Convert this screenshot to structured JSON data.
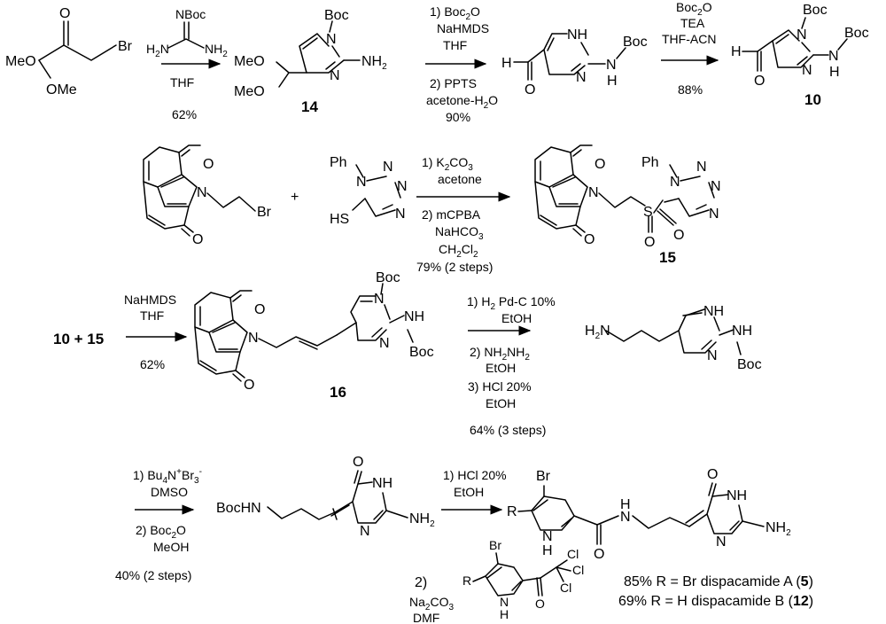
{
  "row1": {
    "sm1": {
      "meo_a": "MeO",
      "oxo": "O",
      "br": "Br",
      "ome": "OMe"
    },
    "guan": {
      "nboc": "NBoc",
      "h2n": "H",
      "h2n_sub": "2",
      "h2n_n": "N",
      "nh2": "NH",
      "nh2_sub": "2"
    },
    "step1": {
      "solvent": "THF",
      "yield": "62%"
    },
    "c14": {
      "boc": "Boc",
      "n1": "N",
      "n3": "N",
      "nh2": "NH",
      "nh2_sub": "2",
      "meo_a": "MeO",
      "meo_b": "MeO",
      "label": "14"
    },
    "step2": {
      "l1a": "1) Boc",
      "l1sub": "2",
      "l1b": "O",
      "l2": "NaHMDS",
      "l3": "THF",
      "l4": "2) PPTS",
      "l5a": "acetone-H",
      "l5sub": "2",
      "l5b": "O",
      "yield": "90%"
    },
    "ald": {
      "h": "H",
      "o": "O",
      "nh_ring": "NH",
      "n": "N",
      "nh_side": "N",
      "h_side": "H",
      "boc": "Boc"
    },
    "step3": {
      "l1a": "Boc",
      "l1sub": "2",
      "l1b": "O",
      "l2": "TEA",
      "l3": "THF-ACN",
      "yield": "88%"
    },
    "c10": {
      "boc1": "Boc",
      "n1": "N",
      "h": "H",
      "o": "O",
      "n3": "N",
      "n_side": "N",
      "h_side": "H",
      "boc2": "Boc",
      "label": "10"
    }
  },
  "row2": {
    "phth": {
      "o_top": "O",
      "o_bot": "O",
      "n": "N",
      "br": "Br"
    },
    "plus": "+",
    "tet": {
      "ph": "Ph",
      "n1": "N",
      "n2": "N",
      "n3": "N",
      "n4": "N",
      "hs": "HS"
    },
    "step4": {
      "l1a": "1) K",
      "l1sub": "2",
      "l1b": "CO",
      "l1sub2": "3",
      "l2": "acetone",
      "l3": "2) mCPBA",
      "l4a": "NaHCO",
      "l4sub": "3",
      "l5a": "CH",
      "l5sub": "2",
      "l5b": "Cl",
      "l5sub2": "2",
      "yield": "79% (2 steps)"
    },
    "c15": {
      "o_top": "O",
      "o_bot": "O",
      "n": "N",
      "s": "S",
      "o_s1": "O",
      "o_s2": "O",
      "ph": "Ph",
      "n1": "N",
      "n2": "N",
      "n3": "N",
      "n4": "N",
      "label": "15"
    }
  },
  "row3": {
    "reactants": "10 + 15",
    "step5": {
      "l1": "NaHMDS",
      "l2": "THF",
      "yield": "62%"
    },
    "c16": {
      "o_top": "O",
      "o_bot": "O",
      "n": "N",
      "boc": "Boc",
      "n1": "N",
      "n3": "N",
      "nh": "NH",
      "boc2": "Boc",
      "label": "16"
    },
    "step6": {
      "l1a": "1) H",
      "l1sub": "2",
      "l1b": " Pd-C 10%",
      "l2": "EtOH",
      "l3a": "2) NH",
      "l3sub": "2",
      "l3b": "NH",
      "l3sub2": "2",
      "l4": "EtOH",
      "l5": "3) HCl 20%",
      "l6": "EtOH",
      "yield": "64% (3 steps)"
    },
    "amine": {
      "h2n_a": "H",
      "h2n_sub": "2",
      "h2n_b": "N",
      "nh_ring": "NH",
      "n": "N",
      "nh_side": "NH",
      "boc": "Boc"
    }
  },
  "row4": {
    "step7": {
      "l1a": "1) Bu",
      "l1sub": "4",
      "l1b": "N",
      "l1sup": "+",
      "l1c": "Br",
      "l1sub2": "3",
      "l1sup2": "-",
      "l2": "DMSO",
      "l3a": "2) Boc",
      "l3sub": "2",
      "l3b": "O",
      "l4": "MeOH",
      "yield": "40% (2 steps)"
    },
    "inter": {
      "bochn": "BocHN",
      "o": "O",
      "nh": "NH",
      "n": "N",
      "nh2": "NH",
      "nh2_sub": "2"
    },
    "step8": {
      "l1": "1) HCl 20%",
      "l2": "EtOH",
      "num2": "2)",
      "l3a": "Na",
      "l3sub": "2",
      "l3b": "CO",
      "l3sub2": "3",
      "l4": "DMF"
    },
    "reagent": {
      "br": "Br",
      "r": "R",
      "nh": "N",
      "h": "H",
      "o": "O",
      "cl1": "Cl",
      "cl2": "Cl",
      "cl3": "Cl"
    },
    "product": {
      "br": "Br",
      "r": "R",
      "nh_pyr": "N",
      "h_pyr": "H",
      "o_amide": "O",
      "n_amide": "N",
      "h_amide": "H",
      "o": "O",
      "nh": "NH",
      "n": "N",
      "nh2": "NH",
      "nh2_sub": "2"
    },
    "yieldA": {
      "pre": "85% R = Br dispacamide A (",
      "num": "5",
      "post": ")"
    },
    "yieldB": {
      "pre": "69% R = H  dispacamide B (",
      "num": "12",
      "post": ")"
    }
  }
}
